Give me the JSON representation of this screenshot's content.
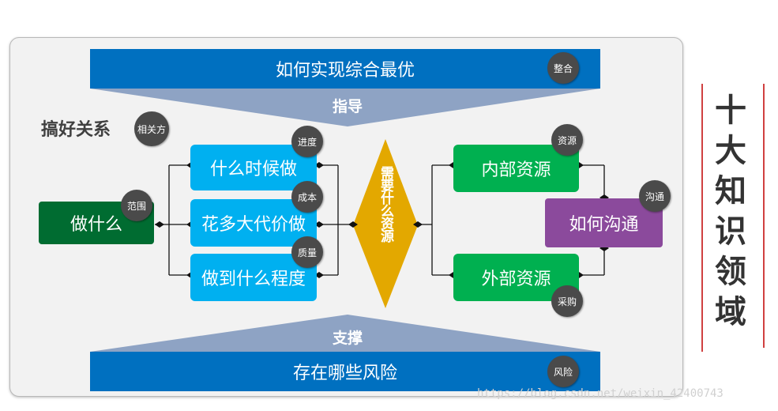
{
  "top_bar": {
    "text": "如何实现综合最优",
    "badge": "整合"
  },
  "top_label": "指导",
  "bottom_bar": {
    "text": "存在哪些风险",
    "badge": "风险"
  },
  "bottom_label": "支撑",
  "relation": {
    "text": "搞好关系",
    "badge": "相关方"
  },
  "scope": {
    "text": "做什么",
    "badge": "范围"
  },
  "middle_items": [
    {
      "text": "什么时候做",
      "badge": "进度"
    },
    {
      "text": "花多大代价做",
      "badge": "成本"
    },
    {
      "text": "做到什么程度",
      "badge": "质量"
    }
  ],
  "center": "需要什么资源",
  "resources": [
    {
      "text": "内部资源",
      "badge": "资源"
    },
    {
      "text": "外部资源",
      "badge": "采购"
    }
  ],
  "communicate": {
    "text": "如何沟通",
    "badge": "沟通"
  },
  "side_title": "十大知识领域",
  "watermark": "https://blog.csdn.net/weixin_42400743",
  "colors": {
    "blue": "#0070c0",
    "cyan": "#00b0f0",
    "green": "#00b050",
    "dark_green": "#006c31",
    "purple": "#8b4a9c",
    "gold": "#e3a800",
    "badge": "#4a4a4a",
    "accent_line": "#c00000"
  }
}
